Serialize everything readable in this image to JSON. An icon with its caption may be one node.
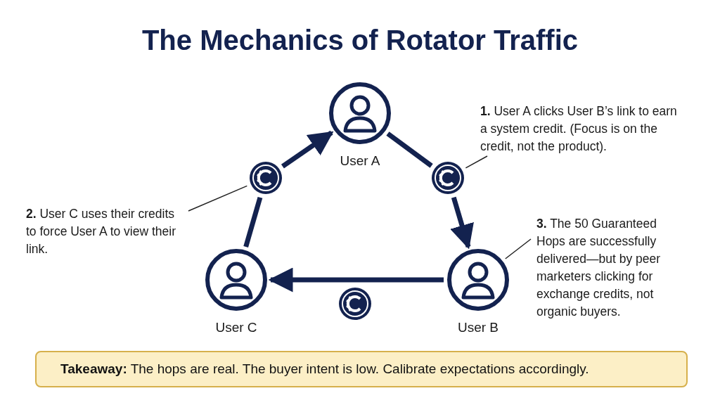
{
  "diagram": {
    "title": "The Mechanics of Rotator Traffic",
    "nodes": [
      {
        "text": [
          "User A"
        ]
      },
      {
        "text": [
          "User B"
        ]
      },
      {
        "text": [
          "User C"
        ]
      },
      {
        "text": [],
        "shape": "circle"
      },
      {
        "text": [],
        "shape": "circle"
      },
      {
        "text": [],
        "shape": "circle"
      },
      {
        "text": [
          "**1.** User A clicks User B’s link to earn a system credit. (Focus is on the credit, not the product)."
        ]
      },
      {
        "text": [
          "**2.** User C uses their credits to force User A to view their link."
        ]
      },
      {
        "text": [
          "**3.** The 50 Guaranteed Hops are successfully delivered—but by peer marketers clicking for exchange credits, not organic buyers."
        ]
      },
      {
        "text": [
          "**Takeaway:** The hops are real. The buyer intent is low. Calibrate expectations accordingly."
        ]
      }
    ],
    "edges": [
      {
        "from": 0,
        "to": 3,
        "arrow": "none"
      },
      {
        "from": 3,
        "to": 1,
        "arrow": "to"
      },
      {
        "from": 1,
        "to": 2,
        "arrow": "to"
      },
      {
        "from": 2,
        "to": 4,
        "arrow": "none"
      },
      {
        "from": 4,
        "to": 0,
        "arrow": "to"
      },
      {
        "from": 6,
        "to": 3,
        "arrow": "none"
      },
      {
        "from": 7,
        "to": 4,
        "arrow": "none"
      },
      {
        "from": 8,
        "to": 1,
        "arrow": "none"
      }
    ]
  }
}
